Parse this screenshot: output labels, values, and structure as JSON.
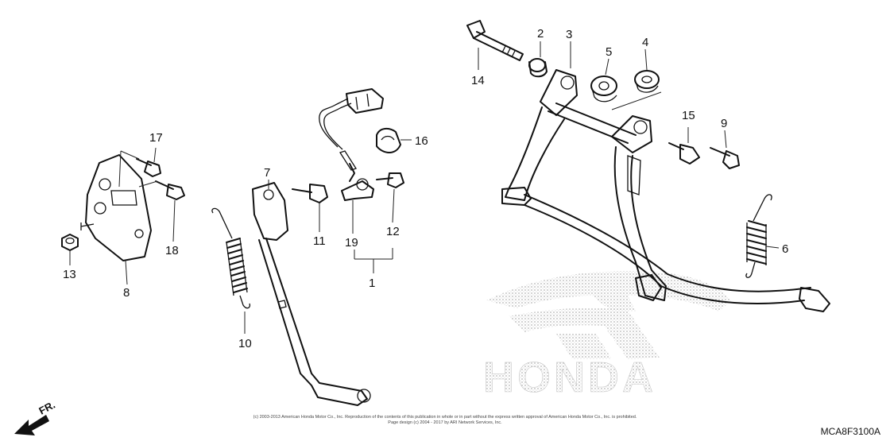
{
  "diagram": {
    "brand_watermark": "HONDA",
    "front_indicator": "FR.",
    "diagram_code": "MCA8F3100A",
    "copyright_line1": "(c) 2003-2013 American Honda Motor Co., Inc. Reproduction of the contents of this publication in whole or in part without the express written approval of American Honda Motor Co., Inc. is prohibited.",
    "copyright_line2": "Page design (c) 2004 - 2017 by ARI Network Services, Inc."
  },
  "callouts": [
    {
      "id": "1",
      "label": "1"
    },
    {
      "id": "2",
      "label": "2"
    },
    {
      "id": "3",
      "label": "3"
    },
    {
      "id": "4",
      "label": "4"
    },
    {
      "id": "5",
      "label": "5"
    },
    {
      "id": "6",
      "label": "6"
    },
    {
      "id": "7",
      "label": "7"
    },
    {
      "id": "8",
      "label": "8"
    },
    {
      "id": "9",
      "label": "9"
    },
    {
      "id": "10",
      "label": "10"
    },
    {
      "id": "11",
      "label": "11"
    },
    {
      "id": "12",
      "label": "12"
    },
    {
      "id": "13",
      "label": "13"
    },
    {
      "id": "14",
      "label": "14"
    },
    {
      "id": "15",
      "label": "15"
    },
    {
      "id": "16",
      "label": "16"
    },
    {
      "id": "17",
      "label": "17"
    },
    {
      "id": "18",
      "label": "18"
    },
    {
      "id": "19",
      "label": "19"
    }
  ],
  "colors": {
    "ink": "#111111",
    "watermark": "#bdbdbd"
  }
}
